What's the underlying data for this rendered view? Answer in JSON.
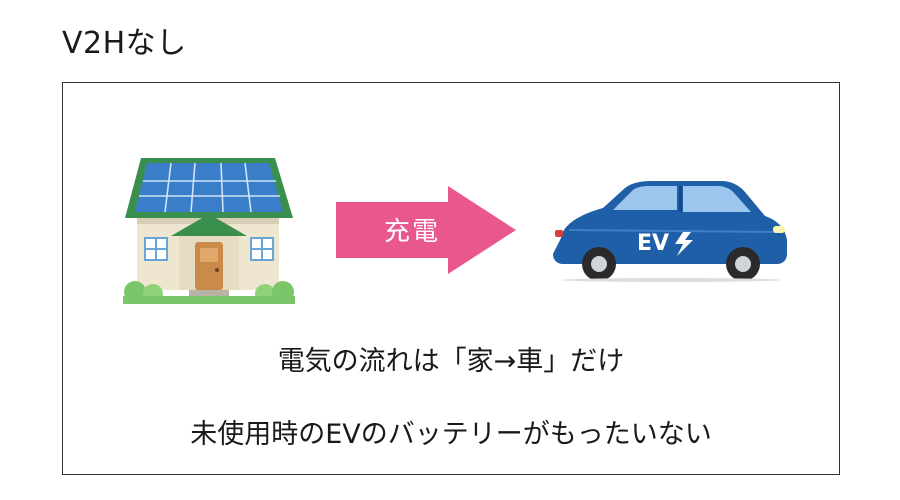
{
  "heading": "V2Hなし",
  "arrow_label": "充電",
  "car_badge": "EV",
  "caption_flow": "電気の流れは「家→車」だけ",
  "caption_waste": "未使用時のEVのバッテリーがもったいない",
  "colors": {
    "arrow": "#e9578f",
    "car_body": "#1f5fa8",
    "roof": "#3a8f4e",
    "solar_panel": "#3a7ec9",
    "house_wall": "#efe6cf",
    "door": "#c98a4a"
  },
  "icons": [
    "house-with-solar-panels-icon",
    "charge-arrow-icon",
    "electric-car-icon",
    "lightning-icon"
  ]
}
